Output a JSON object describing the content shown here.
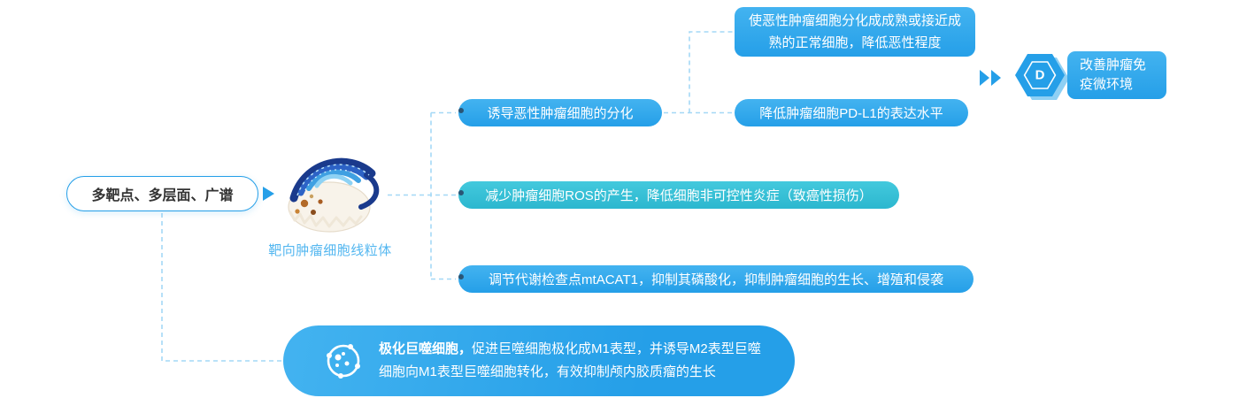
{
  "colors": {
    "blue": "#259fe8",
    "blue-light": "#43b3f0",
    "blue-pale": "#8fd0f4",
    "teal": "#2cb7cf",
    "teal-light": "#43c9dd",
    "dashed": "#a4d8f6",
    "caption": "#54b7f0",
    "ring": "#2a5575",
    "ink": "#333333"
  },
  "source_box": {
    "label": "多靶点、多层面、广谱"
  },
  "mito": {
    "caption": "靶向肿瘤细胞线粒体",
    "icon": "tumor-cell-mitochondria-illustration"
  },
  "branches": [
    {
      "label": "诱导恶性肿瘤细胞的分化",
      "color": "blue"
    },
    {
      "label": "减少肿瘤细胞ROS的产生，降低细胞非可控性炎症（致癌性损伤）",
      "color": "teal"
    },
    {
      "label": "调节代谢检查点mtACAT1，抑制其磷酸化，抑制肿瘤细胞的生长、增殖和侵袭",
      "color": "blue"
    }
  ],
  "sub_results": [
    {
      "label": "使恶性肿瘤细胞分化成成熟或接近成熟的正常细胞，降低恶性程度"
    },
    {
      "label": "降低肿瘤细胞PD-L1的表达水平"
    }
  ],
  "outcome": {
    "label": "改善肿瘤免疫微环境",
    "icon": "hexagon-d-logo",
    "logo_letter": "D"
  },
  "macrophage_box": {
    "bold": "极化巨噬细胞，",
    "text": "促进巨噬细胞极化成M1表型，并诱导M2表型巨噬细胞向M1表型巨噬细胞转化，有效抑制颅内胶质瘤的生长",
    "icon": "macrophage-cell-icon"
  }
}
